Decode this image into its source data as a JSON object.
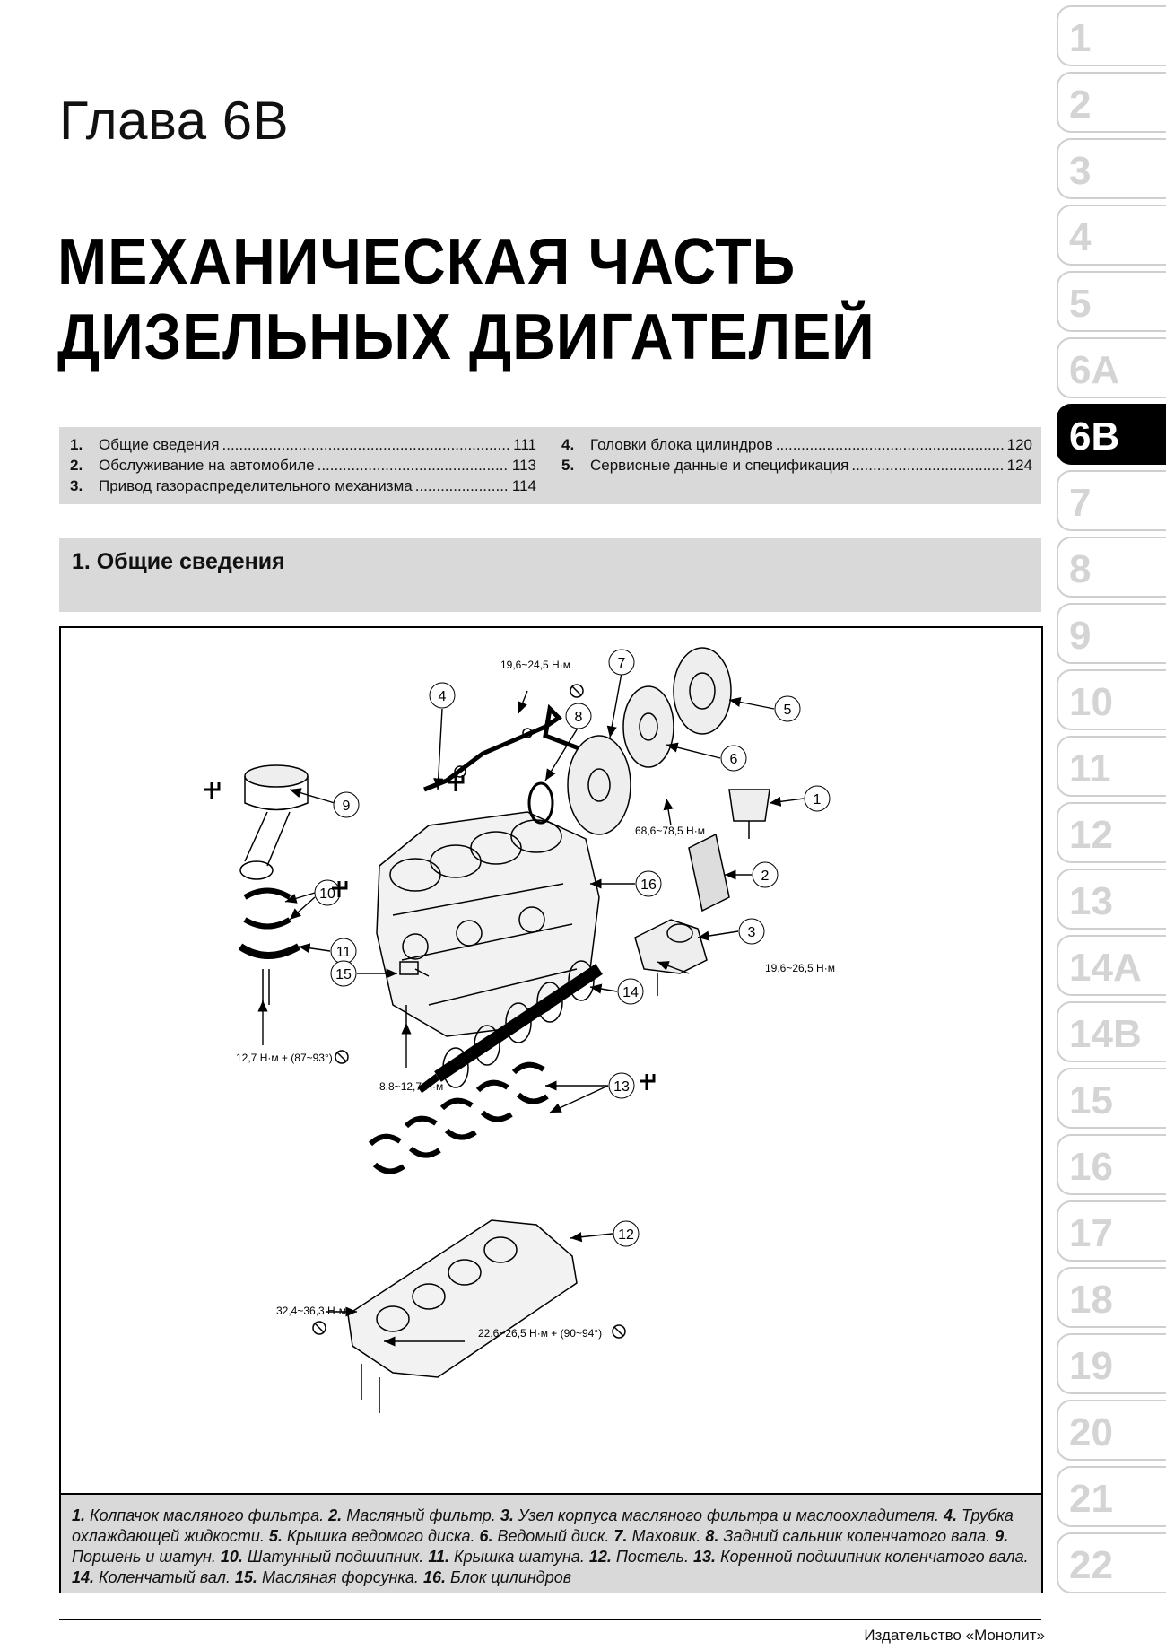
{
  "chapter": {
    "label": "Глава 6В",
    "title_line1": "МЕХАНИЧЕСКАЯ ЧАСТЬ",
    "title_line2": "ДИЗЕЛЬНЫХ ДВИГАТЕЛЕЙ"
  },
  "toc": {
    "left": [
      {
        "num": "1.",
        "title": "Общие сведения",
        "page": "111"
      },
      {
        "num": "2.",
        "title": "Обслуживание на автомобиле",
        "page": "113"
      },
      {
        "num": "3.",
        "title": "Привод газораспределительного механизма",
        "page": "114"
      }
    ],
    "right": [
      {
        "num": "4.",
        "title": "Головки блока цилиндров",
        "page": "120"
      },
      {
        "num": "5.",
        "title": "Сервисные данные и спецификация",
        "page": "124"
      }
    ]
  },
  "section": {
    "title": "1. Общие сведения"
  },
  "figure": {
    "callouts": [
      "1",
      "2",
      "3",
      "4",
      "5",
      "6",
      "7",
      "8",
      "9",
      "10",
      "11",
      "12",
      "13",
      "14",
      "15",
      "16"
    ],
    "torques": {
      "t4": "19,6~24,5 Н·м",
      "t7": "68,6~78,5 Н·м",
      "t3": "19,6~26,5 Н·м",
      "t11": "12,7 Н·м + (87~93°)",
      "t15": "8,8~12,7 Н·м",
      "t12a": "32,4~36,3 Н·м",
      "t12b": "22,6~26,5 Н·м + (90~94°)"
    },
    "caption": [
      {
        "n": "1.",
        "t": "Колпачок масляного фильтра."
      },
      {
        "n": "2.",
        "t": "Масляный фильтр."
      },
      {
        "n": "3.",
        "t": "Узел корпуса масляного фильтра и маслоохладителя."
      },
      {
        "n": "4.",
        "t": "Трубка охлаждающей жидкости."
      },
      {
        "n": "5.",
        "t": "Крышка ведомого диска."
      },
      {
        "n": "6.",
        "t": "Ведомый диск."
      },
      {
        "n": "7.",
        "t": "Маховик."
      },
      {
        "n": "8.",
        "t": "Задний сальник коленчатого вала."
      },
      {
        "n": "9.",
        "t": "Поршень и шатун."
      },
      {
        "n": "10.",
        "t": "Шатунный подшипник."
      },
      {
        "n": "11.",
        "t": "Крышка шатуна."
      },
      {
        "n": "12.",
        "t": "Постель."
      },
      {
        "n": "13.",
        "t": "Коренной подшипник коленчатого вала."
      },
      {
        "n": "14.",
        "t": "Коленчатый вал."
      },
      {
        "n": "15.",
        "t": "Масляная форсунка."
      },
      {
        "n": "16.",
        "t": "Блок цилиндров"
      }
    ]
  },
  "footer": {
    "publisher": "Издательство «Монолит»"
  },
  "tabs": [
    "1",
    "2",
    "3",
    "4",
    "5",
    "6А",
    "6В",
    "7",
    "8",
    "9",
    "10",
    "11",
    "12",
    "13",
    "14А",
    "14В",
    "15",
    "16",
    "17",
    "18",
    "19",
    "20",
    "21",
    "22"
  ],
  "active_tab": "6В"
}
